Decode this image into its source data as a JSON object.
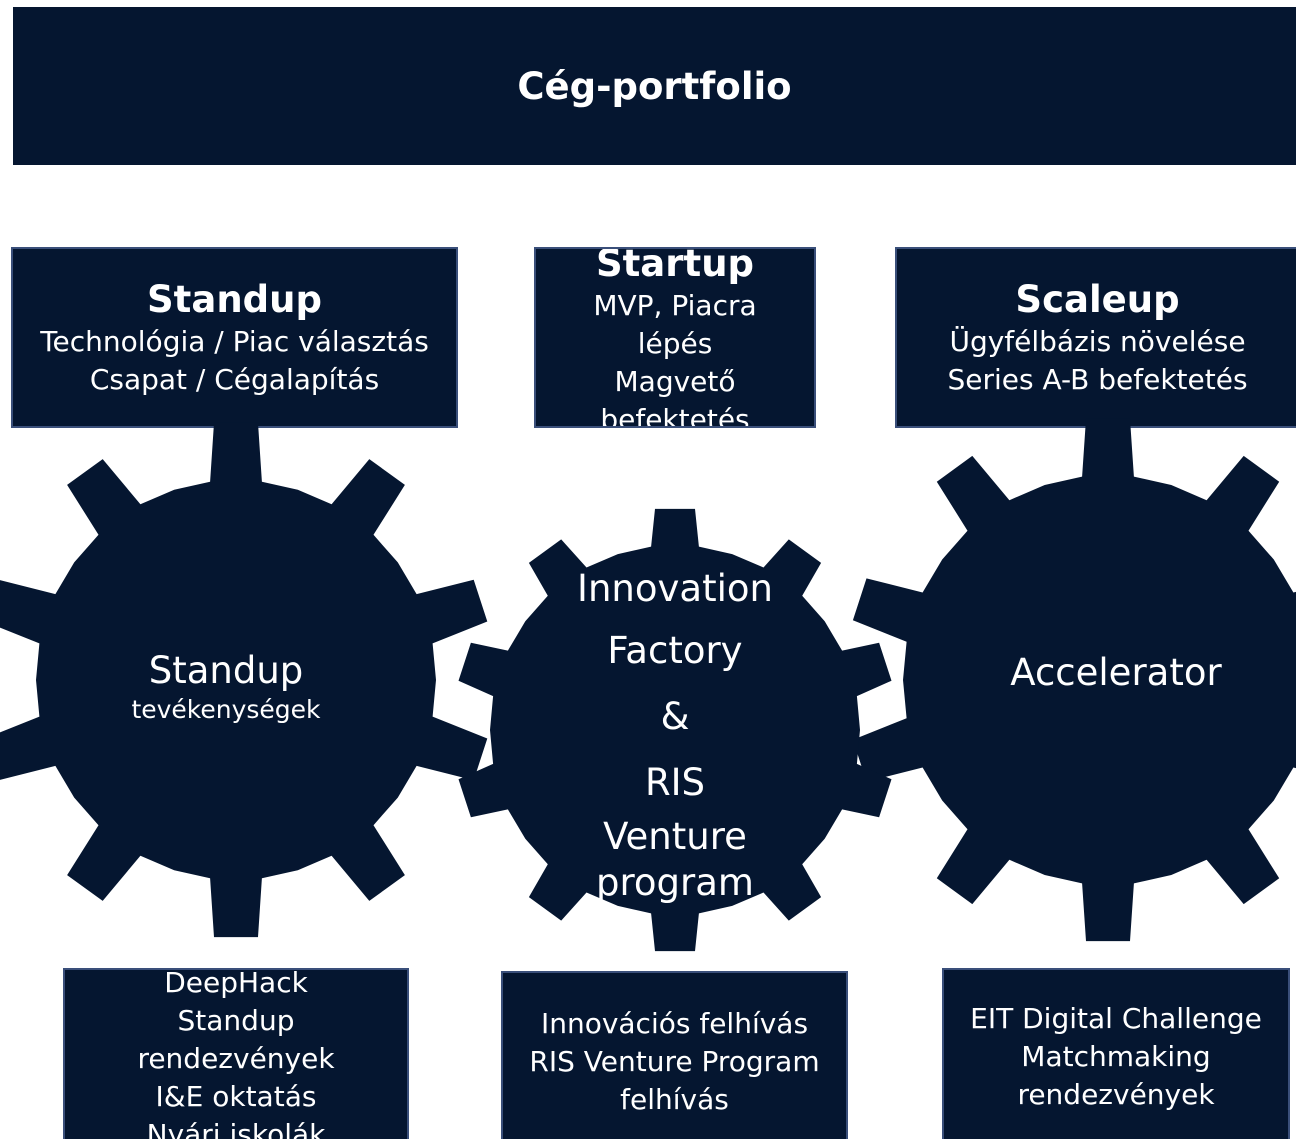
{
  "colors": {
    "navy": "#051630",
    "border": "#3a4f7a",
    "text": "#ffffff"
  },
  "title": "Cég-portfolio",
  "stages": [
    {
      "title": "Standup",
      "lines": [
        "Technológia / Piac választás",
        "Csapat /  Cégalapítás"
      ]
    },
    {
      "title": "Startup",
      "lines": [
        "MVP, Piacra",
        "lépés",
        "Magvető",
        "befektetés"
      ]
    },
    {
      "title": "Scaleup",
      "lines": [
        "Ügyfélbázis növelése",
        "Series A-B befektetés"
      ]
    }
  ],
  "gears": [
    {
      "name": "Standup",
      "sub": "tevékenységek"
    },
    {
      "lines": [
        "Innovation",
        "Factory",
        "&",
        "RIS",
        "Venture",
        "program"
      ]
    },
    {
      "name": "Accelerator"
    }
  ],
  "programs": [
    {
      "lines": [
        "DeepHack",
        "Standup",
        "rendezvények",
        "I&E oktatás",
        "Nyári iskolák"
      ]
    },
    {
      "lines": [
        "Innovációs felhívás",
        "RIS Venture Program",
        "felhívás"
      ]
    },
    {
      "lines": [
        "EIT Digital Challenge",
        "Matchmaking",
        "rendezvények"
      ]
    }
  ]
}
